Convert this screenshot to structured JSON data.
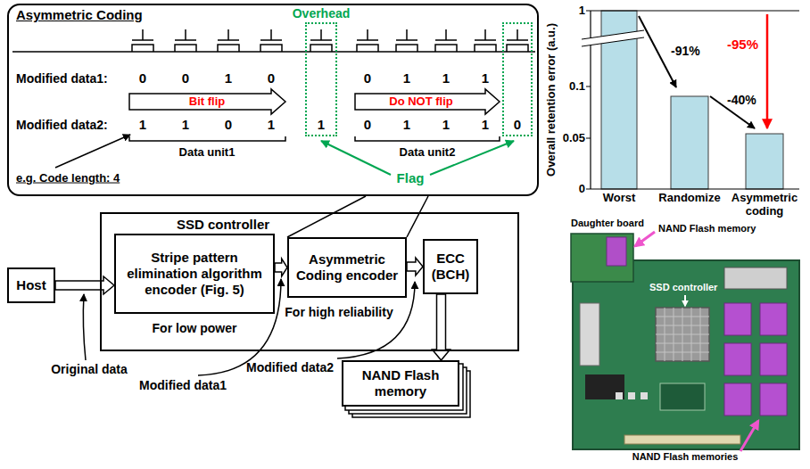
{
  "diagram": {
    "nodes": [
      {
        "text": [
          "Asymmetric Coding"
        ]
      },
      {
        "text": [
          "Overhead",
          "1"
        ],
        "in": 0
      },
      {
        "text": [
          "0"
        ],
        "in": 0
      },
      {
        "text": [
          "SSD controller"
        ]
      },
      {
        "text": [
          "Host"
        ]
      },
      {
        "text": [
          "Stripe pattern elimination algorithm encoder (Fig. 5)"
        ],
        "in": 3
      },
      {
        "text": [
          "Asymmetric Coding encoder"
        ],
        "in": 3
      },
      {
        "text": [
          "ECC (BCH)"
        ],
        "in": 3
      },
      {
        "text": [
          "NAND Flash memory"
        ]
      }
    ],
    "edges": [
      {
        "from": 4,
        "to": 5,
        "arrow": "to"
      },
      {
        "from": 5,
        "to": 6,
        "arrow": "to"
      },
      {
        "from": 6,
        "to": 7,
        "arrow": "to"
      },
      {
        "from": 7,
        "to": 8,
        "arrow": "to"
      },
      {
        "from": 6,
        "to": 0,
        "arrow": "none"
      }
    ],
    "labels": [
      "Modified data1:",
      "0",
      "0",
      "1",
      "0",
      "0",
      "1",
      "1",
      "1",
      "Bit flip",
      "Do NOT flip",
      "Modified data2:",
      "1",
      "1",
      "0",
      "1",
      "0",
      "1",
      "1",
      "1",
      "Data unit1",
      "Data unit2",
      "Flag",
      "e.g. Code length: 4",
      "For low power",
      "For high reliability",
      "Original data",
      "Modified data1",
      "Modified data2",
      "1",
      "0.1",
      "0.05",
      "0",
      "Overall retention error (a.u.)",
      "Worst",
      "Randomize",
      "Asymmetric coding",
      "-91%",
      "-40%",
      "-95%",
      "Daughter board",
      "NAND Flash memory",
      "SSD controller",
      "NAND Flash memories"
    ]
  }
}
